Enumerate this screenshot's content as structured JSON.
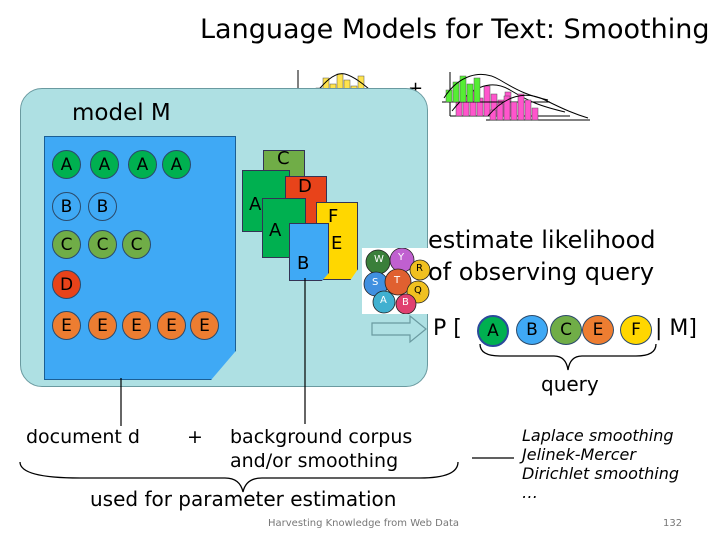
{
  "title": "Language Models for Text: Smoothing",
  "model_label": "model M",
  "document_letters": {
    "row1": [
      "A",
      "A",
      "A",
      "A"
    ],
    "row2": [
      "B",
      "B"
    ],
    "row3": [
      "C",
      "C",
      "C"
    ],
    "row4": [
      "D"
    ],
    "row5": [
      "E",
      "E",
      "E",
      "E",
      "E"
    ]
  },
  "stack_letters": {
    "c": "C",
    "a1": "A",
    "d": "D",
    "a2": "A",
    "f": "F",
    "e": "E",
    "b": "B"
  },
  "plus_top": "+",
  "estimate_line1": "estimate likelihood",
  "estimate_line2": "of observing query",
  "query_prefix": "P [",
  "query_letters": [
    "A",
    "B",
    "C",
    "E",
    "F"
  ],
  "query_suffix": "| M]",
  "query_label": "query",
  "document_label": "document d",
  "plus_bottom": "+",
  "background_line1": "background corpus",
  "background_line2": "and/or smoothing",
  "parameter_estimation": "used for parameter estimation",
  "smoothing_methods": [
    "Laplace smoothing",
    "Jelinek-Mercer",
    "Dirichlet smoothing",
    "…"
  ],
  "footer": "Harvesting Knowledge from Web Data",
  "page_number": "132",
  "dice_faces": [
    "W",
    "Y",
    "R",
    "S",
    "T",
    "Q",
    "A",
    "B"
  ],
  "colors": {
    "model_bg": "#aee0e3",
    "document_blue": "#3fa9f5",
    "A": "#00b050",
    "B": "#3fa9f5",
    "C": "#70ad47",
    "D": "#e8431a",
    "E": "#ed7d31",
    "F": "#ffd700",
    "histogram_yellow": "#ffe34d",
    "histogram_magenta": "#ff55cc",
    "histogram_green": "#55ee33"
  }
}
